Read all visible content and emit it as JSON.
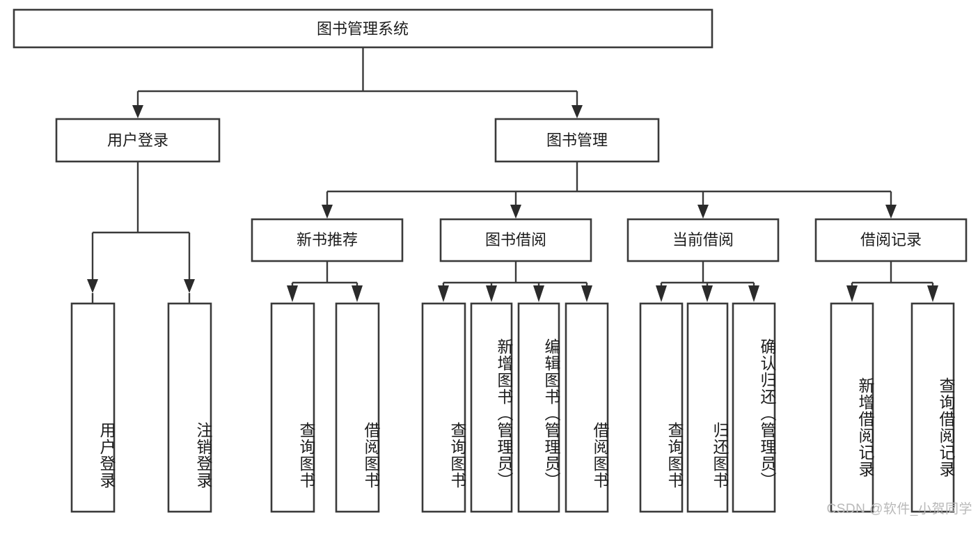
{
  "diagram": {
    "title": "图书管理系统",
    "type": "hierarchy-flowchart",
    "colors": {
      "box_stroke": "#3a3a3a",
      "box_fill": "#ffffff",
      "connector": "#3a3a3a",
      "text": "#1c1c1c",
      "watermark": "#b9b9b9",
      "background": "#ffffff"
    },
    "root": {
      "label": "图书管理系统"
    },
    "level2": [
      {
        "label": "用户登录"
      },
      {
        "label": "图书管理"
      }
    ],
    "level3": [
      {
        "label": "新书推荐"
      },
      {
        "label": "图书借阅"
      },
      {
        "label": "当前借阅"
      },
      {
        "label": "借阅记录"
      }
    ],
    "leaves": {
      "user_login": [
        {
          "label": "用户登录"
        },
        {
          "label": "注销登录"
        }
      ],
      "new_book_recommend": [
        {
          "label": "查询图书"
        },
        {
          "label": "借阅图书"
        }
      ],
      "book_borrow": [
        {
          "label": "查询图书"
        },
        {
          "label": "新增图书（管理员）"
        },
        {
          "label": "编辑图书（管理员）"
        },
        {
          "label": "借阅图书"
        }
      ],
      "current_borrow": [
        {
          "label": "查询图书"
        },
        {
          "label": "归还图书"
        },
        {
          "label": "确认归还（管理员）"
        }
      ],
      "borrow_record": [
        {
          "label": "新增借阅记录"
        },
        {
          "label": "查询借阅记录"
        }
      ]
    }
  },
  "watermark": {
    "text": "CSDN @软件_小贺同学"
  }
}
